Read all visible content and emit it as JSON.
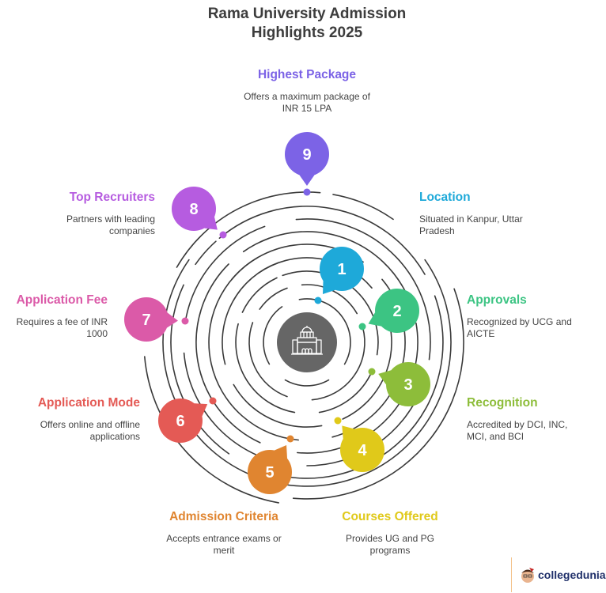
{
  "title_line1": "Rama University Admission",
  "title_line2": "Highlights 2025",
  "center_icon": "university-building-icon",
  "center_color": "#666666",
  "ring_color": "#3a3a3a",
  "items": [
    {
      "num": "1",
      "title": "Location",
      "desc": "Situated in Kanpur, Uttar Pradesh",
      "color": "#1ea9d9"
    },
    {
      "num": "2",
      "title": "Approvals",
      "desc": "Recognized by UCG and AICTE",
      "color": "#3cc483"
    },
    {
      "num": "3",
      "title": "Recognition",
      "desc": "Accredited by DCI, INC, MCI, and BCI",
      "color": "#8dbd3a"
    },
    {
      "num": "4",
      "title": "Courses Offered",
      "desc": "Provides UG and PG programs",
      "color": "#e0c91a"
    },
    {
      "num": "5",
      "title": "Admission Criteria",
      "desc": "Accepts entrance exams or merit",
      "color": "#e08530"
    },
    {
      "num": "6",
      "title": "Application Mode",
      "desc": "Offers online and offline applications",
      "color": "#e45a55"
    },
    {
      "num": "7",
      "title": "Application Fee",
      "desc": "Requires a fee of INR 1000",
      "color": "#db5aa8"
    },
    {
      "num": "8",
      "title": "Top Recruiters",
      "desc": "Partners with leading companies",
      "color": "#b65ce0"
    },
    {
      "num": "9",
      "title": "Highest Package",
      "desc": "Offers a maximum package of INR 15 LPA",
      "color": "#7c63e6"
    }
  ],
  "logo": {
    "text": "collegedunia",
    "icon": "student-mascot-icon"
  }
}
